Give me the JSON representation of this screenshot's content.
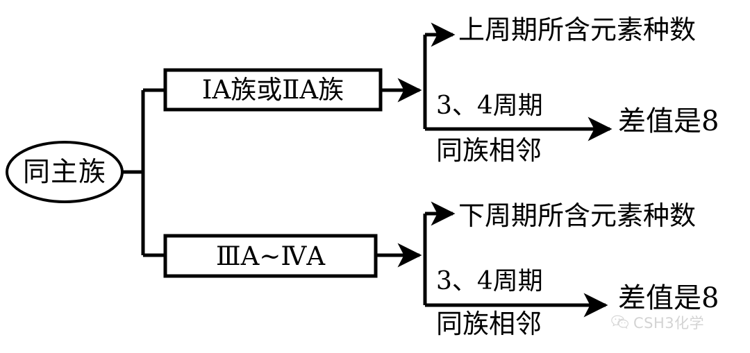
{
  "diagram": {
    "type": "flowchart",
    "title": "同主族",
    "root": {
      "label": "同主族",
      "shape": "ellipse"
    },
    "branches": [
      {
        "id": "branch-top",
        "group_label": "ⅠA族或ⅡA族",
        "group_shape": "rectangle",
        "head": "上周期所含元素种数",
        "condition_upper": "3、4周期",
        "condition_lower": "同族相邻",
        "result": "差值是8"
      },
      {
        "id": "branch-bottom",
        "group_label": "ⅢA~ⅣA",
        "group_shape": "rectangle",
        "head": "下周期所含元素种数",
        "condition_upper": "3、4周期",
        "condition_lower": "同族相邻",
        "result": "差值是8"
      }
    ],
    "colors": {
      "stroke": "#000000",
      "background": "#ffffff",
      "text": "#000000",
      "watermark": "#7a7a7a"
    }
  },
  "watermark": {
    "icon": "wechat-icon",
    "text": "CSH3化学"
  }
}
